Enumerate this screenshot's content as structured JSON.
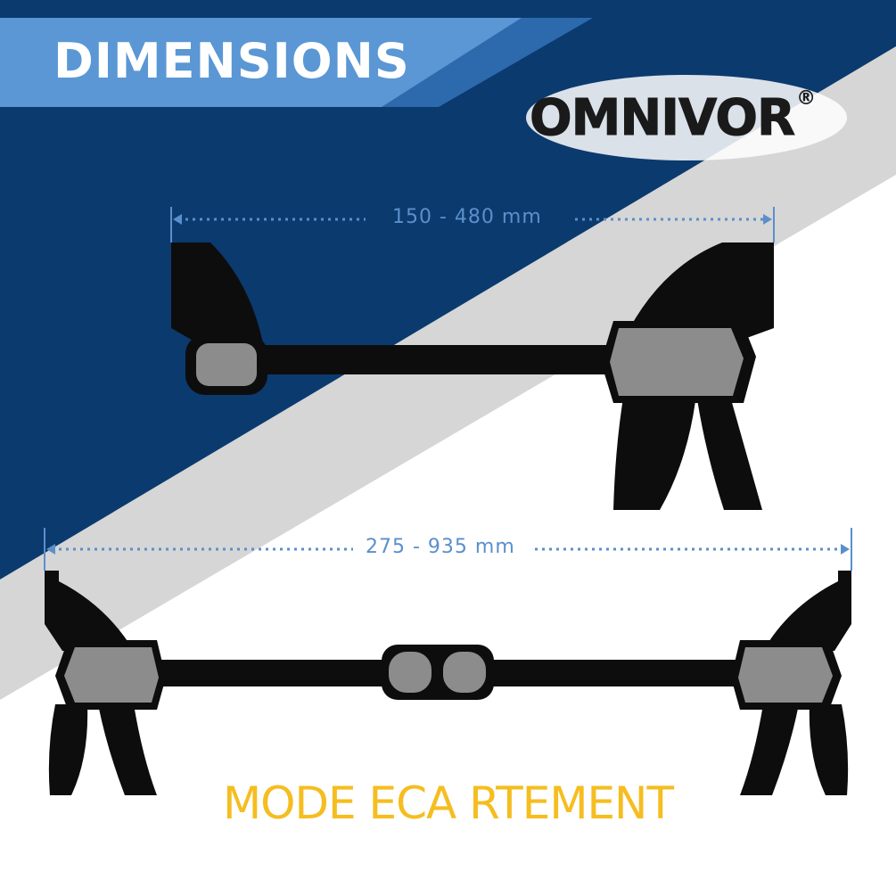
{
  "header": {
    "title": "DIMENSIONS"
  },
  "brand": {
    "logo_text": "OMNIVOR",
    "registered_mark": "®"
  },
  "measurements": [
    {
      "label": "150 - 480 mm"
    },
    {
      "label": "275 - 935 mm"
    }
  ],
  "caption": "MODE ECA RTEMENT",
  "colors": {
    "navy": "#0b3a6e",
    "banner_light": "#5a97d4",
    "banner_dark": "#2d69ad",
    "grey_band": "#d6d6d6",
    "dimension_blue": "#5b8fcb",
    "caption_yellow": "#f5bd1f",
    "clamp_black": "#0d0d0d",
    "clamp_grey": "#8c8c8c"
  },
  "icons": [
    "clamp-short-illustration",
    "clamp-long-illustration",
    "dimension-arrow-icon"
  ]
}
